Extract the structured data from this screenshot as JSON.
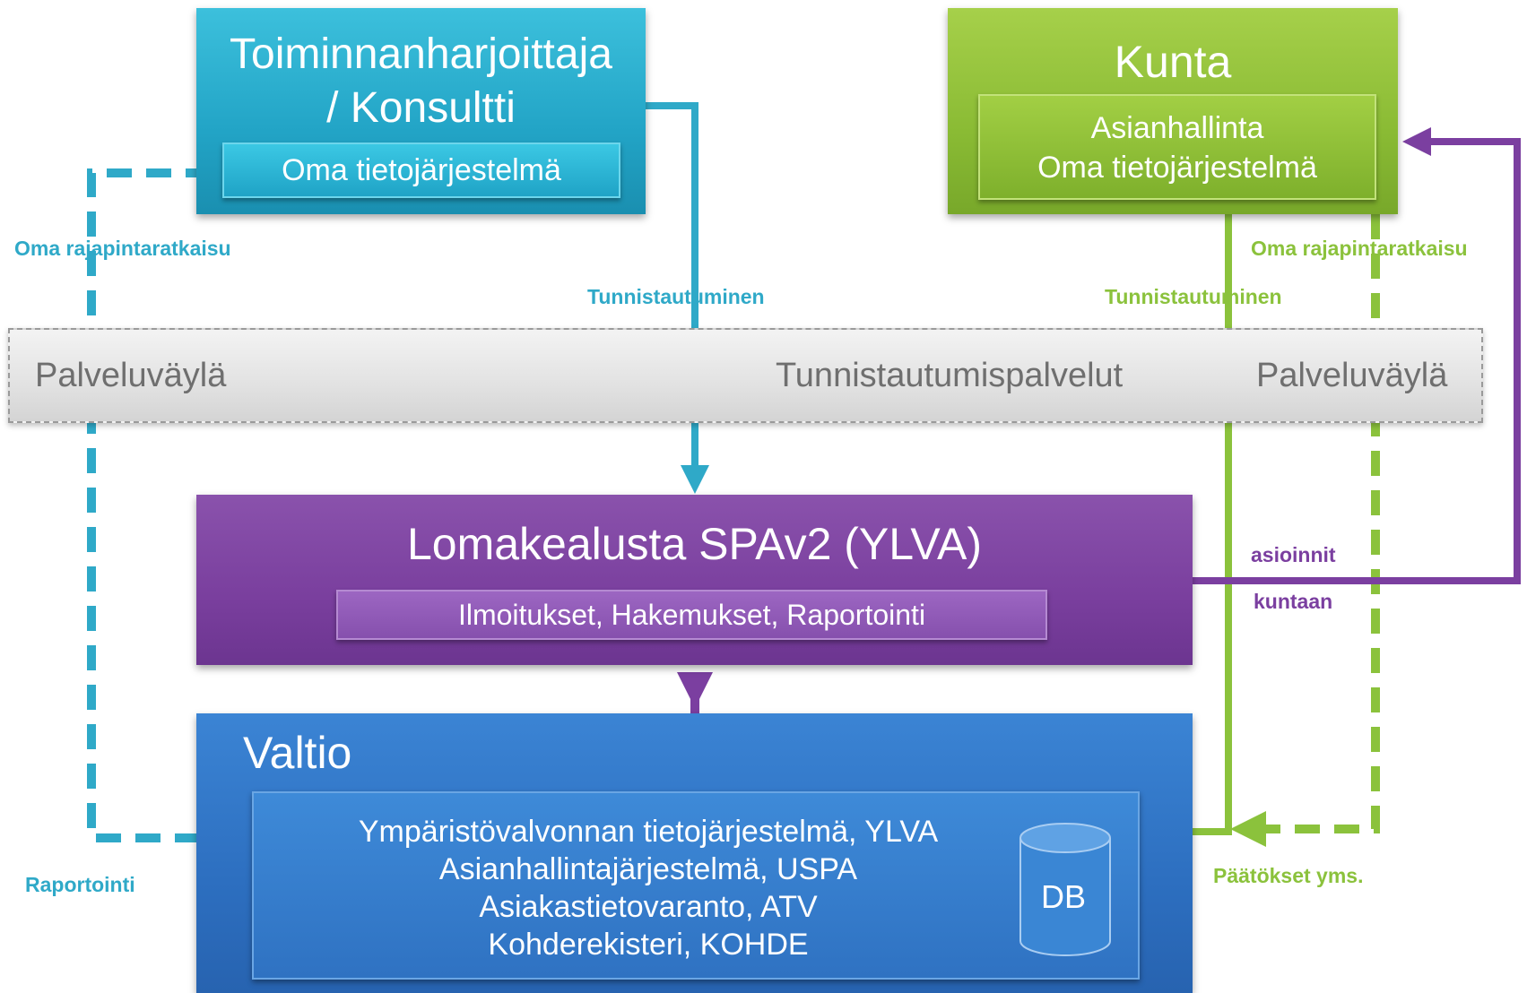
{
  "operator": {
    "title_line1": "Toiminnanharjoittaja",
    "title_line2": "/ Konsultti",
    "system": "Oma tietojärjestelmä"
  },
  "municipality": {
    "title": "Kunta",
    "system_line1": "Asianhallinta",
    "system_line2": "Oma tietojärjestelmä"
  },
  "service_bus": {
    "left_label": "Palveluväylä",
    "middle_label": "Tunnistautumispalvelut",
    "right_label": "Palveluväylä"
  },
  "platform": {
    "title": "Lomakealusta SPAv2 (YLVA)",
    "subtitle": "Ilmoitukset, Hakemukset, Raportointi"
  },
  "state": {
    "title": "Valtio",
    "systems": [
      "Ympäristövalvonnan tietojärjestelmä, YLVA",
      "Asianhallintajärjestelmä, USPA",
      "Asiakastietovaranto, ATV",
      "Kohderekisteri, KOHDE"
    ],
    "db_label": "DB"
  },
  "connection_labels": {
    "operator_interface": "Oma rajapintaratkaisu",
    "operator_auth": "Tunnistautuminen",
    "municipality_auth": "Tunnistautuminen",
    "municipality_interface": "Oma rajapintaratkaisu",
    "reporting": "Raportointi",
    "to_municipality_line1": "asioinnit",
    "to_municipality_line2": "kuntaan",
    "decisions": "Päätökset yms."
  },
  "colors": {
    "cyan": "#2fa9c8",
    "green": "#8bc23c",
    "purple": "#7b3fa0",
    "blue": "#2d6fc0",
    "gray": "#e2e2e2"
  }
}
